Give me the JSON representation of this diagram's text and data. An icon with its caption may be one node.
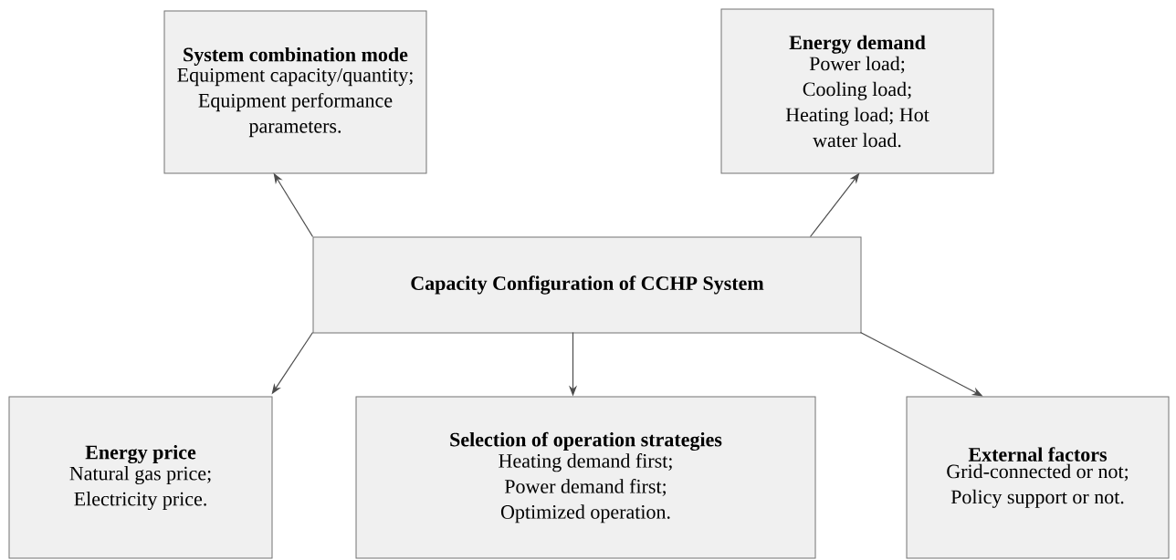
{
  "diagram": {
    "nodes": [
      {
        "text": [
          "Capacity Configuration of CCHP System"
        ]
      },
      {
        "text": [
          "System combination mode",
          "Equipment capacity/quantity; Equipment performance parameters."
        ]
      },
      {
        "text": [
          "Energy demand",
          "Power load; Cooling load; Heating load; Hot water load."
        ]
      },
      {
        "text": [
          "Energy price",
          "Natural gas price; Electricity price."
        ]
      },
      {
        "text": [
          "Selection of operation strategies",
          "Heating demand first; Power demand first; Optimized operation."
        ]
      },
      {
        "text": [
          "External factors",
          "Grid-connected or not; Policy support or not."
        ]
      }
    ],
    "edges": [
      {
        "from": 0,
        "to": 1,
        "arrow": "to"
      },
      {
        "from": 0,
        "to": 2,
        "arrow": "to"
      },
      {
        "from": 0,
        "to": 3,
        "arrow": "to"
      },
      {
        "from": 0,
        "to": 4,
        "arrow": "to"
      },
      {
        "from": 0,
        "to": 5,
        "arrow": "to"
      }
    ]
  }
}
